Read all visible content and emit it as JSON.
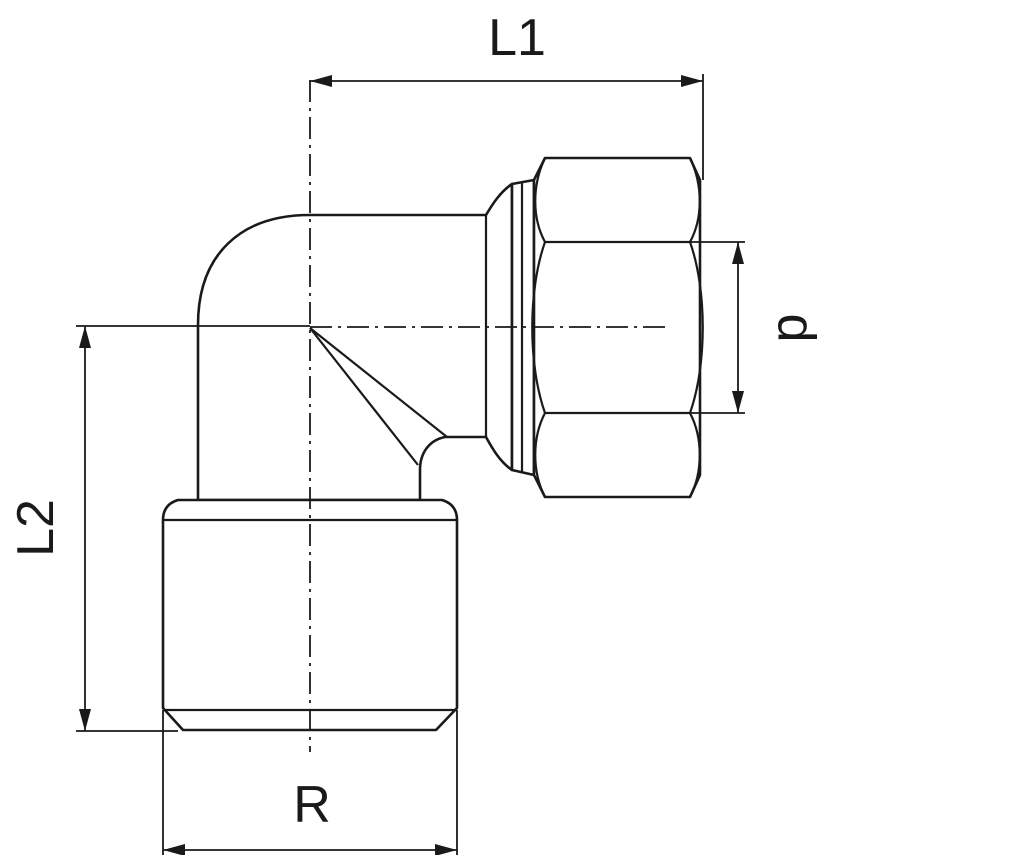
{
  "labels": {
    "L1": "L1",
    "L2": "L2",
    "R": "R",
    "p": "p"
  }
}
